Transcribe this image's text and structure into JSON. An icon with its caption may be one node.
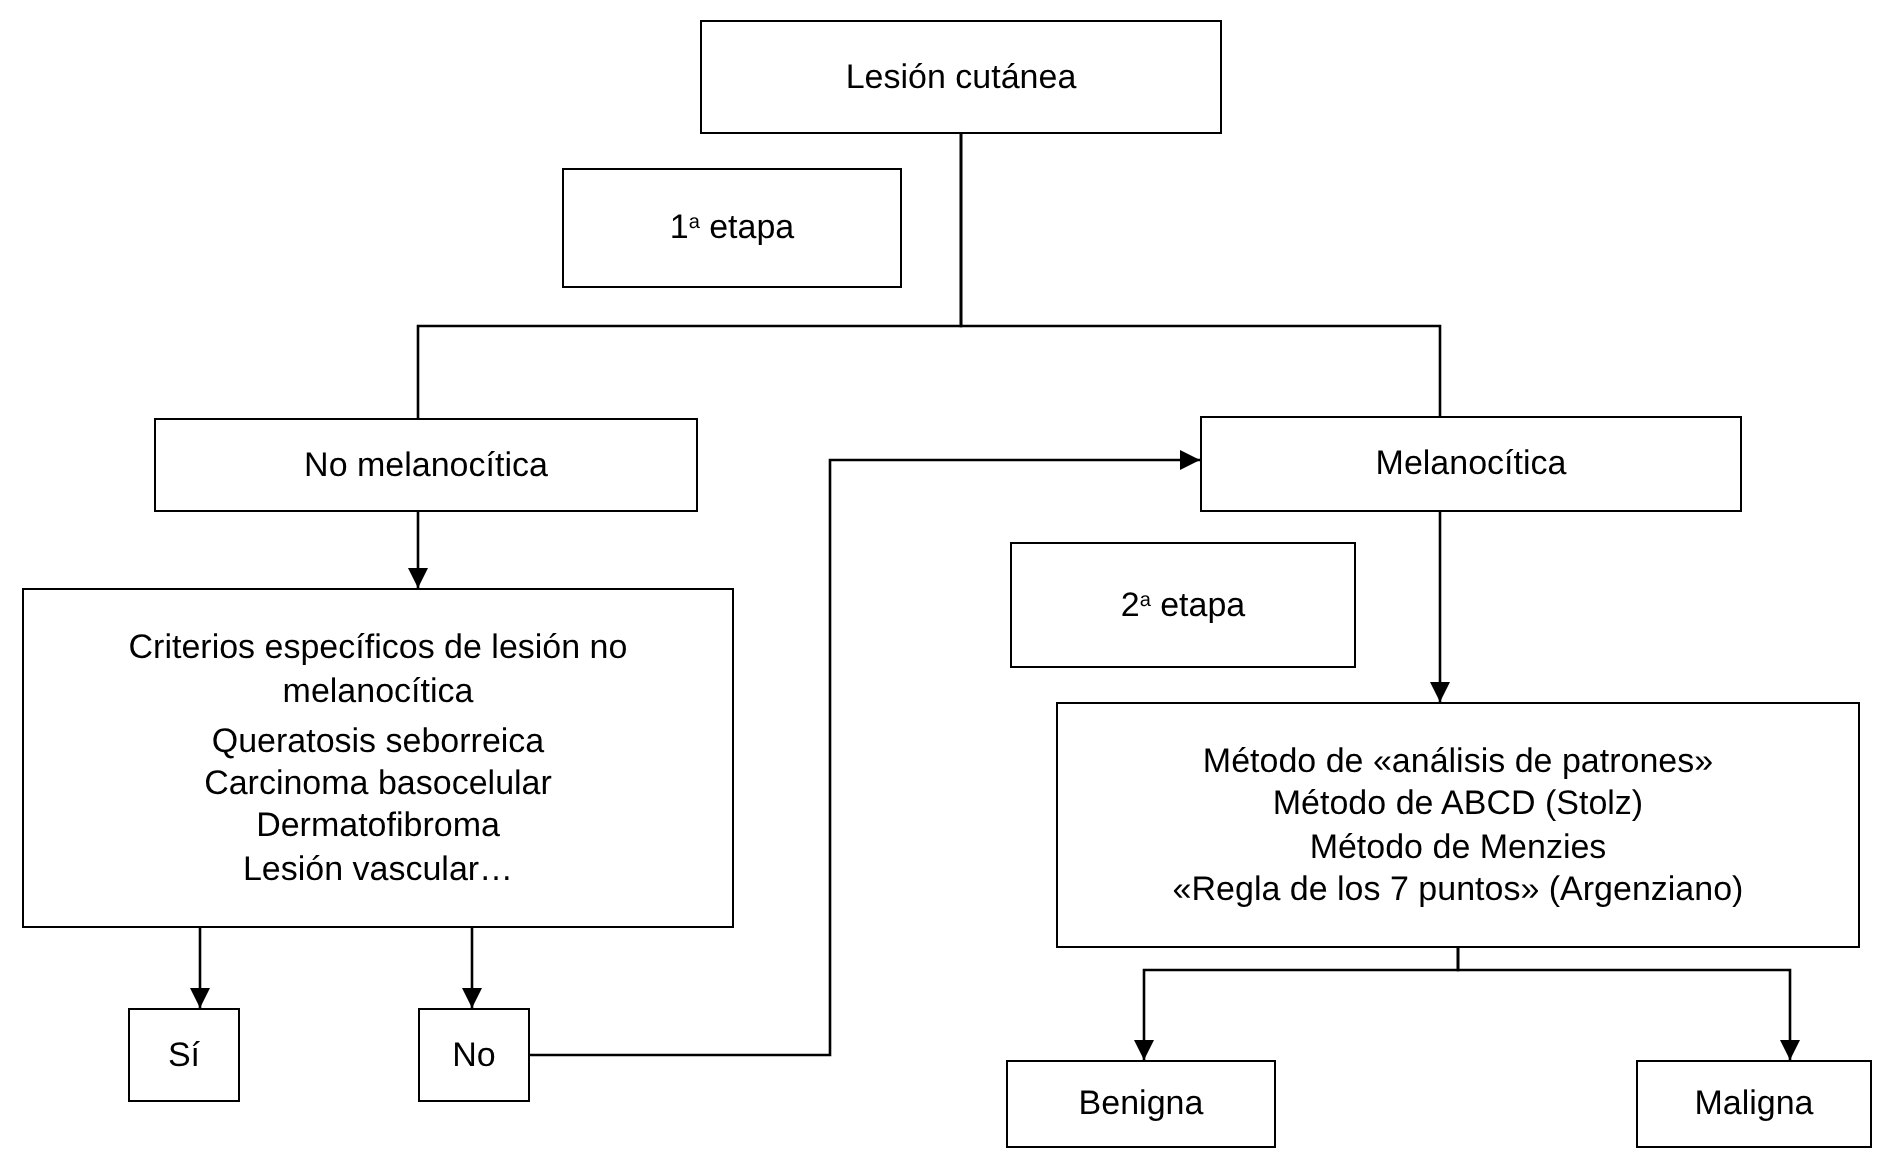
{
  "diagram": {
    "nodes": [
      {
        "text": [
          "Lesión cutánea"
        ]
      },
      {
        "text": [
          "1$^{a}$ etapa"
        ]
      },
      {
        "text": [
          "No melanocítica"
        ]
      },
      {
        "text": [
          "Melanocítica"
        ]
      },
      {
        "text": [
          "2$^{a}$ etapa"
        ]
      },
      {
        "text": [
          "Criterios específicos de lesión no melanocítica",
          "Queratosis seborreica",
          "Carcinoma basocelular",
          "Dermatofibroma",
          "Lesión vascular…"
        ]
      },
      {
        "text": [
          "Método de «análisis de patrones»",
          "Método de ABCD (Stolz)",
          "Método de Menzies",
          "«Regla de los 7 puntos» (Argenziano)"
        ]
      },
      {
        "text": [
          "Sí"
        ]
      },
      {
        "text": [
          "No"
        ]
      },
      {
        "text": [
          "Benigna"
        ]
      },
      {
        "text": [
          "Maligna"
        ]
      }
    ],
    "edges": [
      {
        "from": 0,
        "to": 2,
        "arrow": "none"
      },
      {
        "from": 0,
        "to": 3,
        "arrow": "none"
      },
      {
        "from": 2,
        "to": 5,
        "arrow": "to"
      },
      {
        "from": 3,
        "to": 6,
        "arrow": "to"
      },
      {
        "from": 5,
        "to": 7,
        "arrow": "to"
      },
      {
        "from": 5,
        "to": 8,
        "arrow": "to"
      },
      {
        "from": 8,
        "to": 3,
        "arrow": "to"
      },
      {
        "from": 6,
        "to": 9,
        "arrow": "to"
      },
      {
        "from": 6,
        "to": 10,
        "arrow": "to"
      }
    ]
  }
}
